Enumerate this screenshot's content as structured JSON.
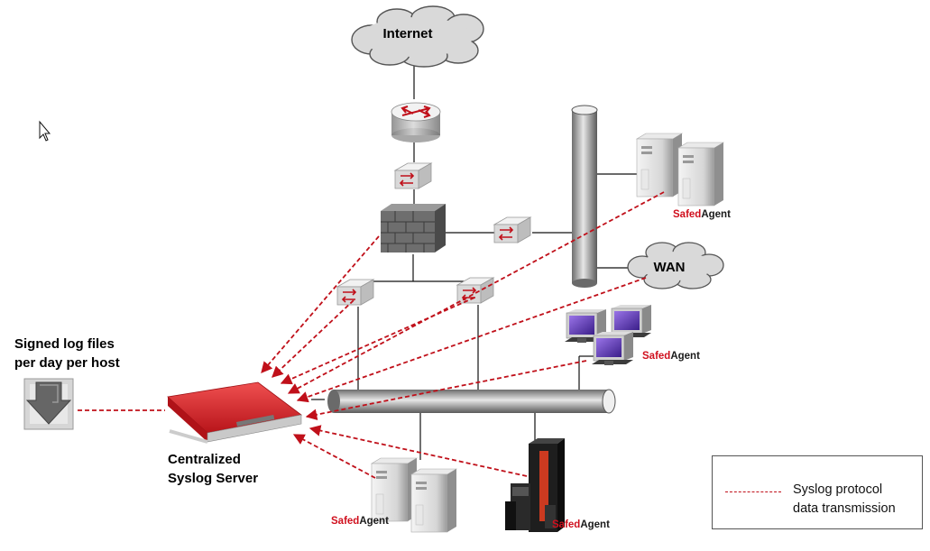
{
  "labels": {
    "internet": "Internet",
    "wan": "WAN",
    "signed_logs_line1": "Signed log files",
    "signed_logs_line2": "per day per host",
    "server_line1": "Centralized",
    "server_line2": "Syslog Server"
  },
  "agent_brand": {
    "part1": "Safed",
    "part2": "Agent"
  },
  "legend": {
    "text": "Syslog protocol\ndata transmission"
  },
  "colors": {
    "syslog_line": "#c0101a",
    "brand_red": "#d0101e",
    "server_body": "#e0262c"
  },
  "icons": [
    "cursor-icon",
    "cloud-icon",
    "router-icon",
    "switch-icon",
    "firewall-icon",
    "backbone-pipe",
    "server-tower-icon",
    "workstation-icon",
    "mainframe-icon",
    "syslog-server-icon",
    "download-arrow-icon"
  ]
}
